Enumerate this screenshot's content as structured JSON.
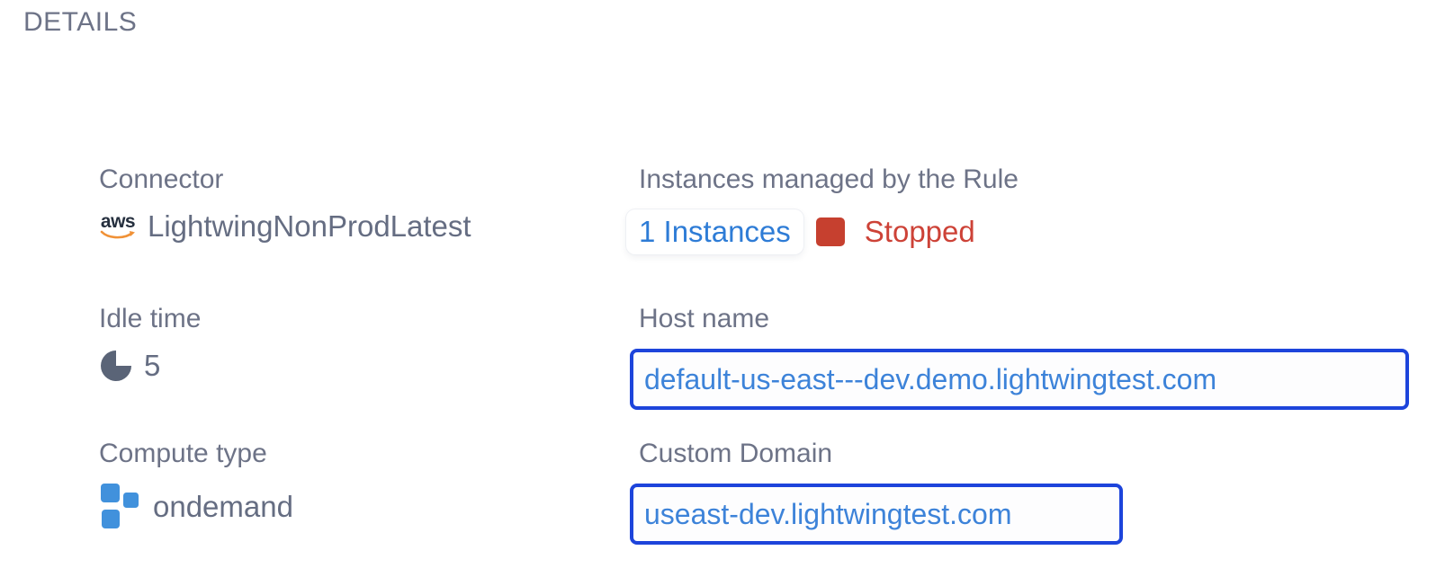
{
  "header": {
    "title": "DETAILS"
  },
  "connector": {
    "label": "Connector",
    "provider_logo_text": "aws",
    "value": "LightwingNonProdLatest"
  },
  "instances": {
    "label": "Instances managed by the Rule",
    "count_link": "1 Instances",
    "status": "Stopped"
  },
  "idle_time": {
    "label": "Idle time",
    "value": "5"
  },
  "host_name": {
    "label": "Host name",
    "value": "default-us-east---dev.demo.lightwingtest.com"
  },
  "compute_type": {
    "label": "Compute type",
    "value": "ondemand"
  },
  "custom_domain": {
    "label": "Custom Domain",
    "value": "useast-dev.lightwingtest.com"
  },
  "colors": {
    "accent_blue": "#1d44db",
    "link_blue": "#2e7cd6",
    "box_text_blue": "#3d83d9",
    "status_red": "#cd4237",
    "status_red_square": "#c6402f",
    "label_gray": "#6d7387",
    "value_gray": "#656d82",
    "aws_navy": "#252f3e",
    "aws_orange": "#f09136",
    "icon_slate": "#5a6477",
    "compute_blue": "#4191dc"
  }
}
